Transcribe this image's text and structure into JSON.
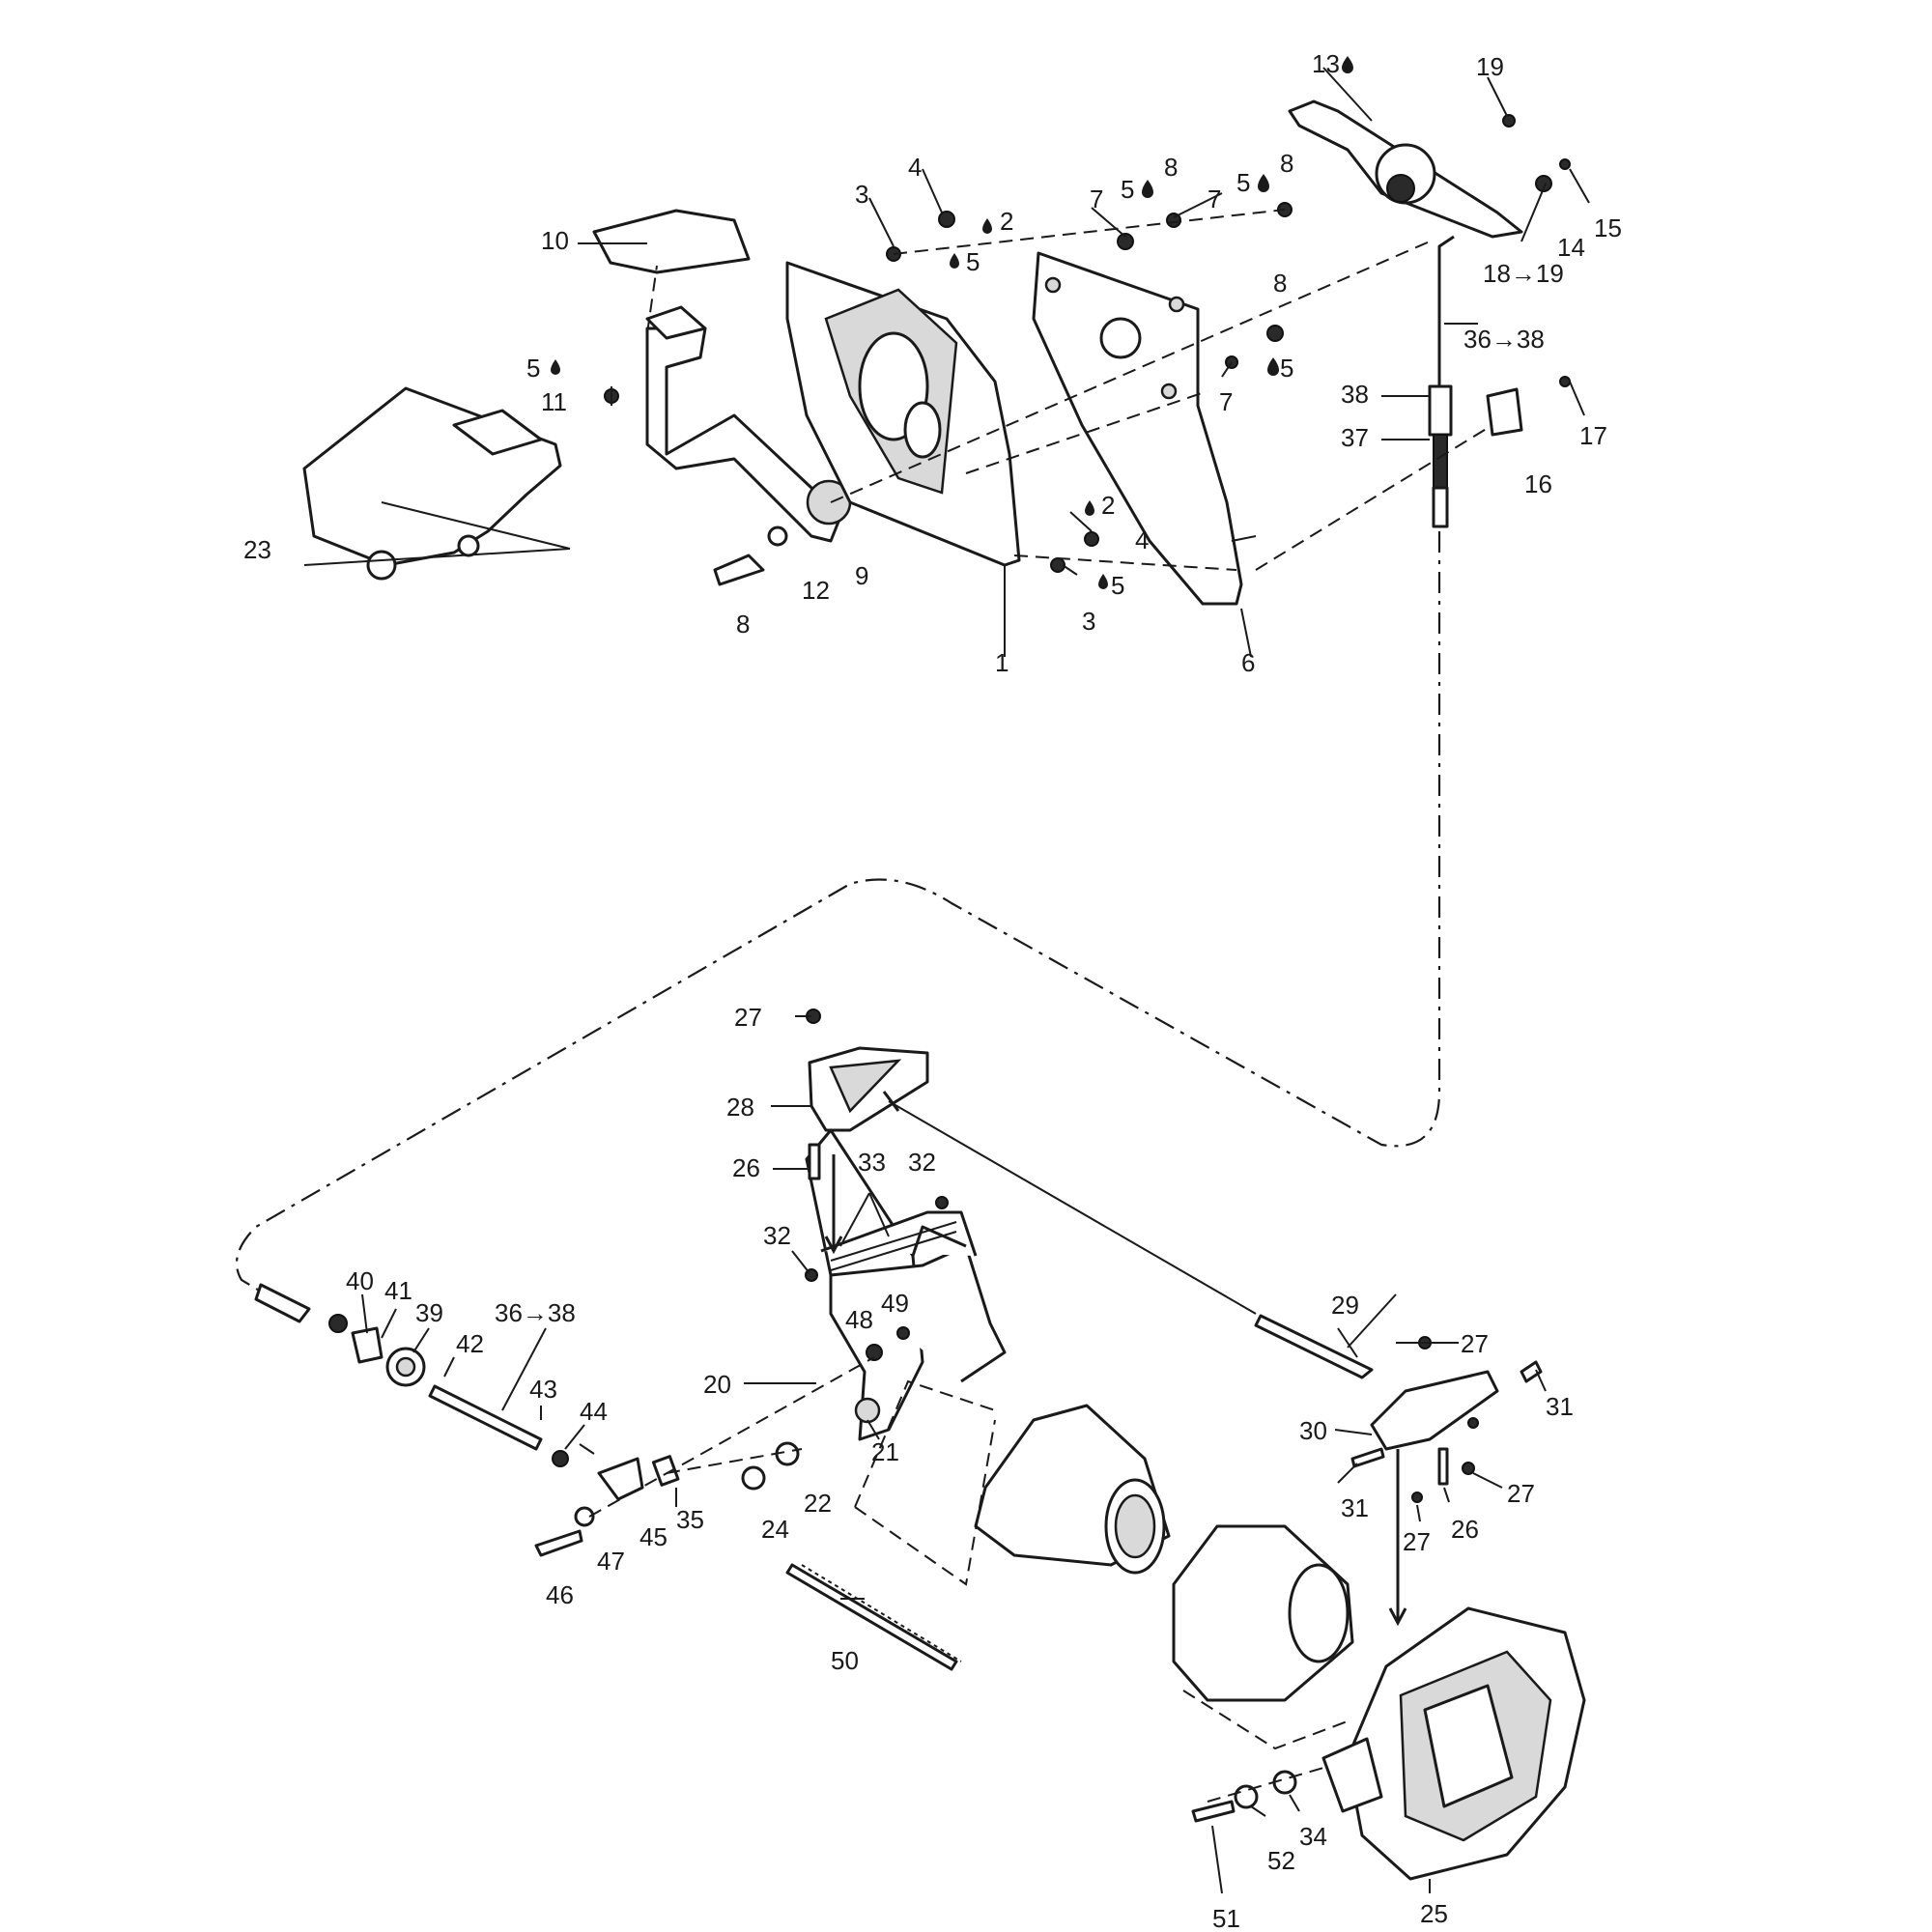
{
  "callouts": [
    {
      "id": "c1",
      "text": "1"
    },
    {
      "id": "c2a",
      "text": "2"
    },
    {
      "id": "c2b",
      "text": "2"
    },
    {
      "id": "c3a",
      "text": "3"
    },
    {
      "id": "c3b",
      "text": "3"
    },
    {
      "id": "c4a",
      "text": "4"
    },
    {
      "id": "c4b",
      "text": "4"
    },
    {
      "id": "c5a",
      "text": "5"
    },
    {
      "id": "c5b",
      "text": "5"
    },
    {
      "id": "c5c",
      "text": "5"
    },
    {
      "id": "c5d",
      "text": "5"
    },
    {
      "id": "c5e",
      "text": "5"
    },
    {
      "id": "c5f",
      "text": "5"
    },
    {
      "id": "c6",
      "text": "6"
    },
    {
      "id": "c7a",
      "text": "7"
    },
    {
      "id": "c7b",
      "text": "7"
    },
    {
      "id": "c7c",
      "text": "7"
    },
    {
      "id": "c8a",
      "text": "8"
    },
    {
      "id": "c8b",
      "text": "8"
    },
    {
      "id": "c8c",
      "text": "8"
    },
    {
      "id": "c8d",
      "text": "8"
    },
    {
      "id": "c9",
      "text": "9"
    },
    {
      "id": "c10",
      "text": "10"
    },
    {
      "id": "c11",
      "text": "11"
    },
    {
      "id": "c12",
      "text": "12"
    },
    {
      "id": "c13",
      "text": "13"
    },
    {
      "id": "c14",
      "text": "14"
    },
    {
      "id": "c15",
      "text": "15"
    },
    {
      "id": "c16",
      "text": "16"
    },
    {
      "id": "c17",
      "text": "17"
    },
    {
      "id": "c18",
      "text": "18→19"
    },
    {
      "id": "c19",
      "text": "19"
    },
    {
      "id": "c20",
      "text": "20"
    },
    {
      "id": "c21",
      "text": "21"
    },
    {
      "id": "c22",
      "text": "22"
    },
    {
      "id": "c23",
      "text": "23"
    },
    {
      "id": "c24",
      "text": "24"
    },
    {
      "id": "c25",
      "text": "25"
    },
    {
      "id": "c26a",
      "text": "26"
    },
    {
      "id": "c26b",
      "text": "26"
    },
    {
      "id": "c27a",
      "text": "27"
    },
    {
      "id": "c27b",
      "text": "27"
    },
    {
      "id": "c27c",
      "text": "27"
    },
    {
      "id": "c27d",
      "text": "27"
    },
    {
      "id": "c28",
      "text": "28"
    },
    {
      "id": "c29",
      "text": "29"
    },
    {
      "id": "c30",
      "text": "30"
    },
    {
      "id": "c31a",
      "text": "31"
    },
    {
      "id": "c31b",
      "text": "31"
    },
    {
      "id": "c32a",
      "text": "32"
    },
    {
      "id": "c32b",
      "text": "32"
    },
    {
      "id": "c33",
      "text": "33"
    },
    {
      "id": "c34",
      "text": "34"
    },
    {
      "id": "c35",
      "text": "35"
    },
    {
      "id": "c36a",
      "text": "36→38"
    },
    {
      "id": "c36b",
      "text": "36→38"
    },
    {
      "id": "c37",
      "text": "37"
    },
    {
      "id": "c38",
      "text": "38"
    },
    {
      "id": "c39",
      "text": "39"
    },
    {
      "id": "c40",
      "text": "40"
    },
    {
      "id": "c41",
      "text": "41"
    },
    {
      "id": "c42",
      "text": "42"
    },
    {
      "id": "c43",
      "text": "43"
    },
    {
      "id": "c44",
      "text": "44"
    },
    {
      "id": "c45",
      "text": "45"
    },
    {
      "id": "c46",
      "text": "46"
    },
    {
      "id": "c47",
      "text": "47"
    },
    {
      "id": "c48",
      "text": "48"
    },
    {
      "id": "c49",
      "text": "49"
    },
    {
      "id": "c50",
      "text": "50"
    },
    {
      "id": "c51",
      "text": "51"
    },
    {
      "id": "c52",
      "text": "52"
    }
  ]
}
